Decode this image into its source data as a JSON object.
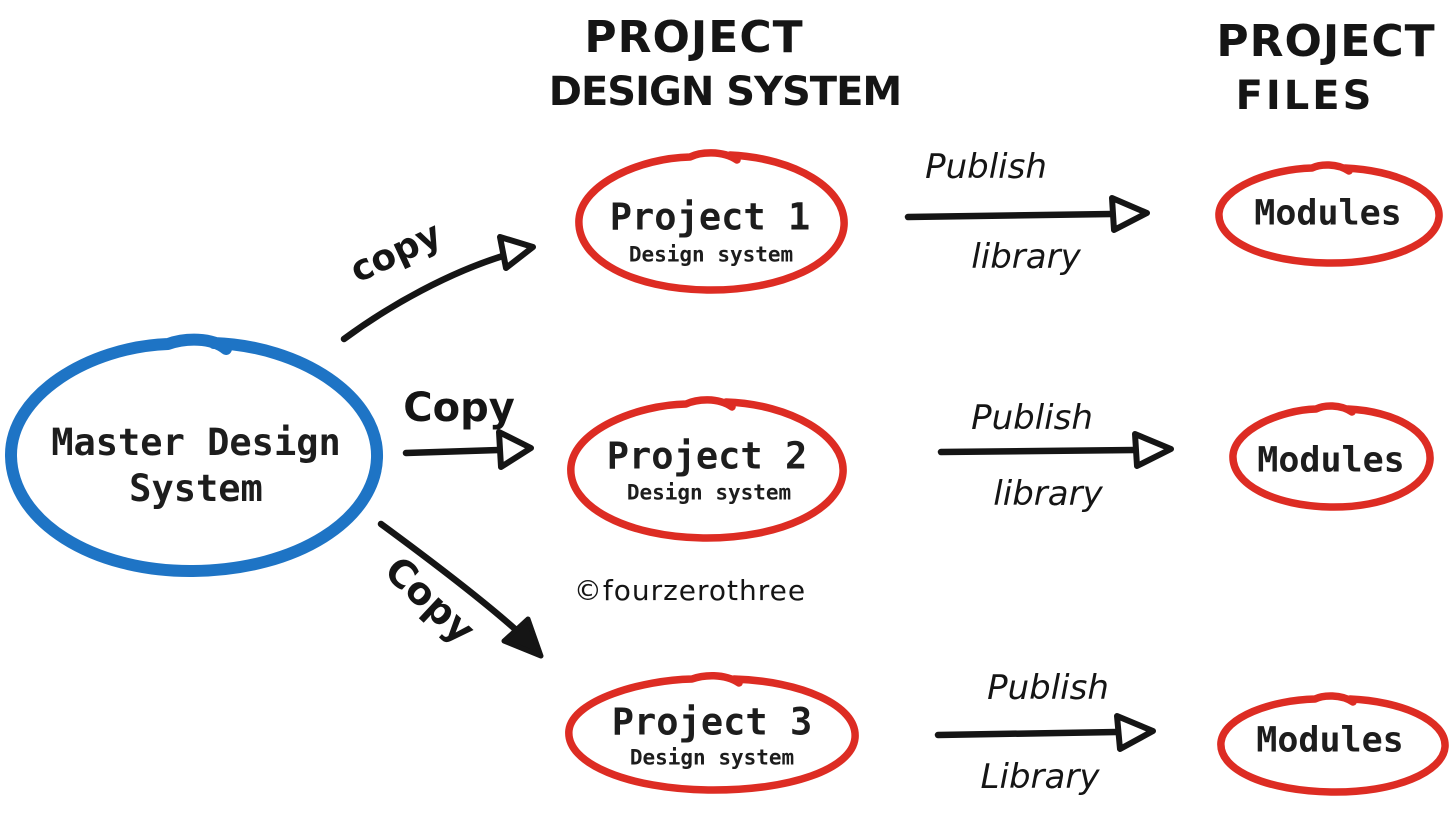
{
  "diagram": {
    "headers": {
      "middle_line1": "PROJECT",
      "middle_line2": "DESIGN SYSTEM",
      "right_line1": "PROJECT",
      "right_line2": "FILES"
    },
    "master": {
      "line1": "Master Design",
      "line2": "System"
    },
    "projects": [
      {
        "name": "Project 1",
        "subtitle": "Design system",
        "copy_label": "copy",
        "publish_line1": "Publish",
        "publish_line2": "library",
        "target": "Modules"
      },
      {
        "name": "Project 2",
        "subtitle": "Design system",
        "copy_label": "Copy",
        "publish_line1": "Publish",
        "publish_line2": "library",
        "target": "Modules"
      },
      {
        "name": "Project 3",
        "subtitle": "Design system",
        "copy_label": "Copy",
        "publish_line1": "Publish",
        "publish_line2": "Library",
        "target": "Modules"
      }
    ],
    "watermark": "©fourzerothree",
    "colors": {
      "master_stroke": "#1E74C5",
      "node_stroke": "#DD2C23",
      "ink": "#151515",
      "background": "#FFFFFF"
    }
  }
}
